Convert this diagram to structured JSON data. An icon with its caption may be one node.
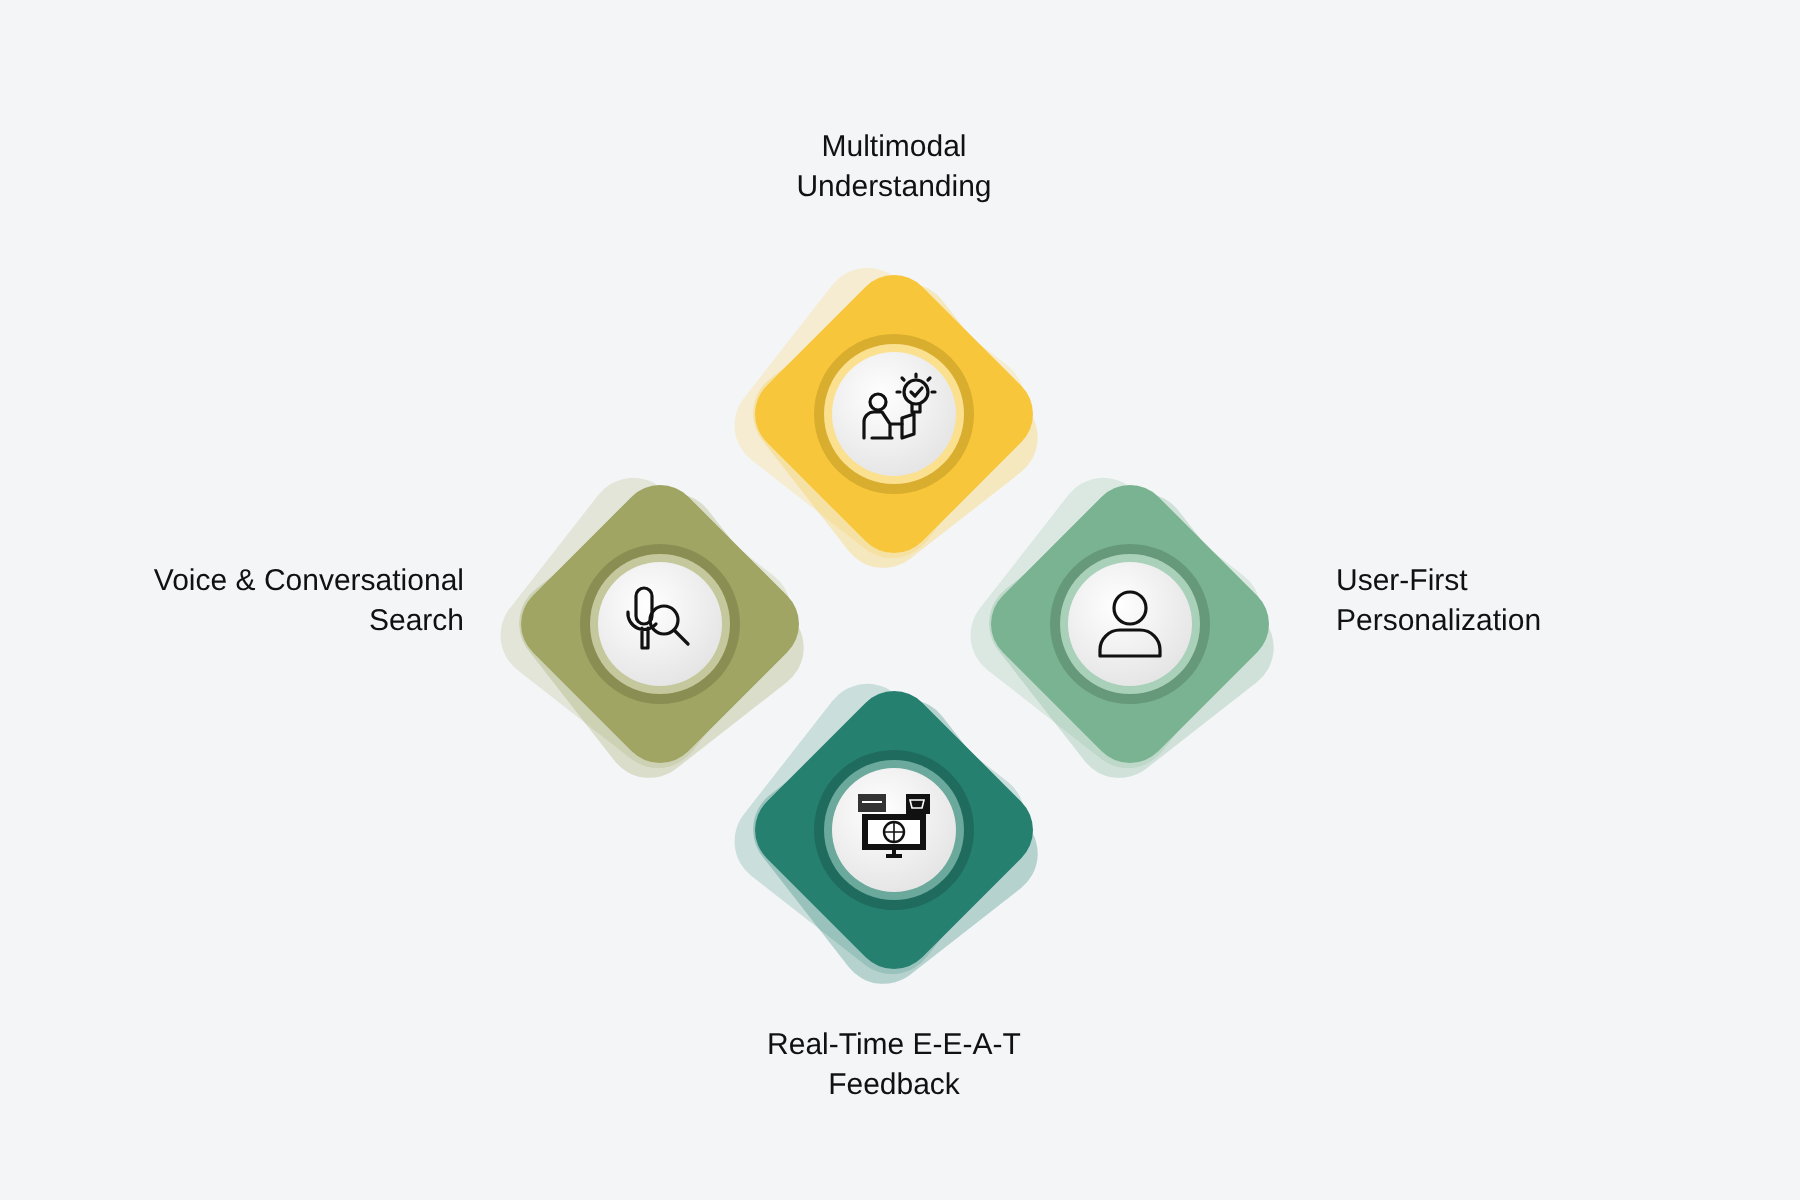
{
  "diagram": {
    "nodes": [
      {
        "text": [
          "Multimodal Understanding"
        ]
      },
      {
        "text": [
          "Voice & Conversational Search"
        ]
      },
      {
        "text": [
          "User-First Personalization"
        ]
      },
      {
        "text": [
          "Real-Time E-E-A-T Feedback"
        ]
      }
    ]
  }
}
